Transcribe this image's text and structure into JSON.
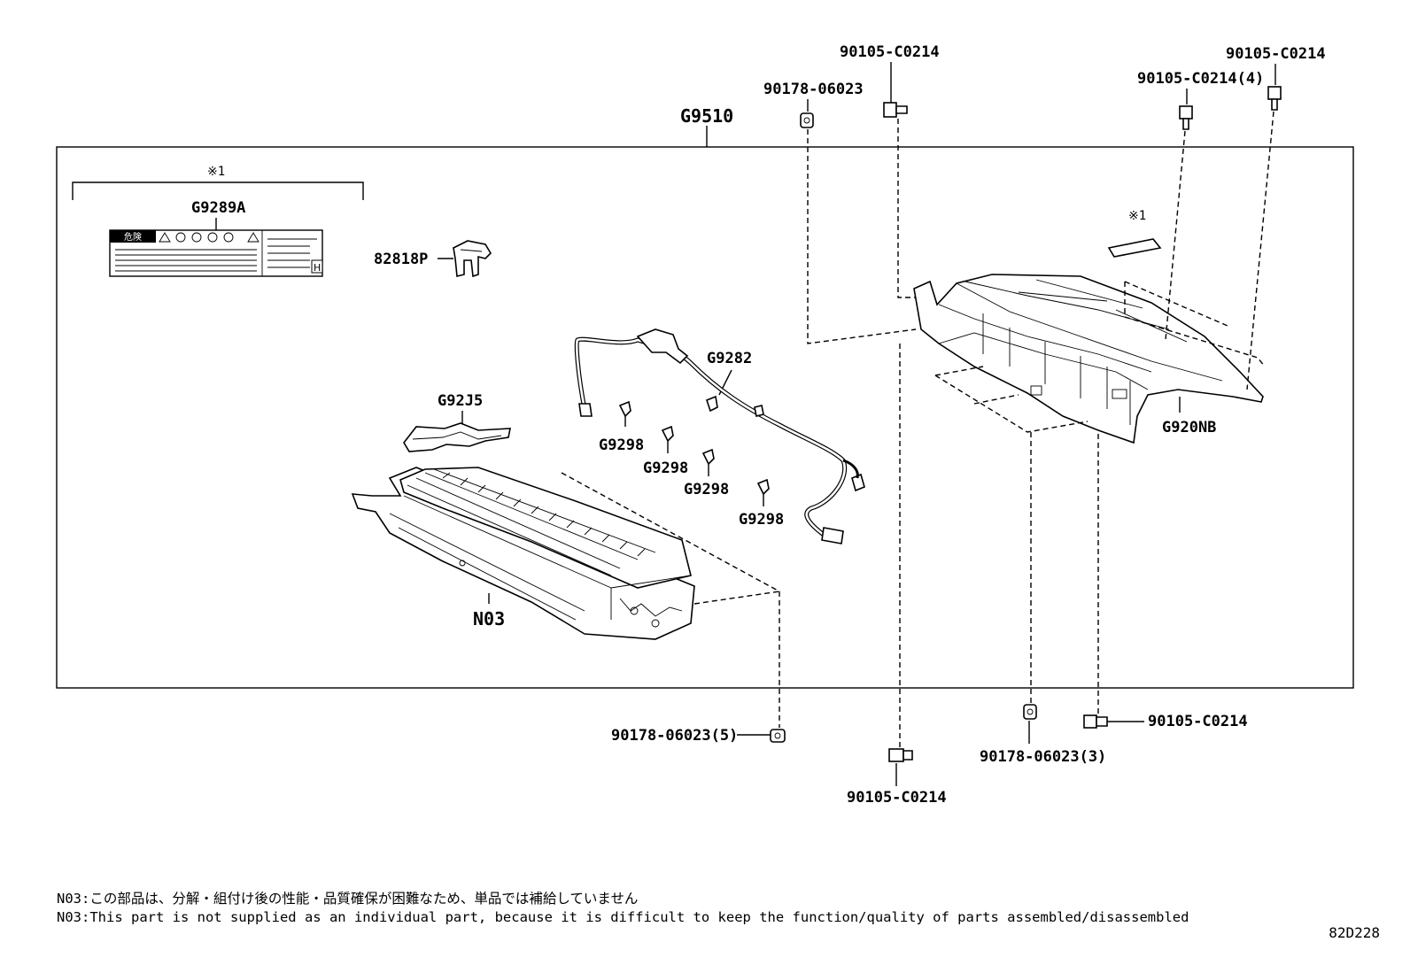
{
  "labels": {
    "assembly": "G9510",
    "label_group": "G9289A",
    "note_mark_top": "※1",
    "note_mark_cover": "※1",
    "clamp": "82818P",
    "harness": "G9282",
    "plate": "G92J5",
    "clip1": "G9298",
    "clip2": "G9298",
    "clip3": "G9298",
    "clip4": "G9298",
    "battery": "N03",
    "cover": "G920NB",
    "nut_top": "90178-06023",
    "bolt_top_mid": "90105-C0214",
    "bolt_top_right1": "90105-C0214(4)",
    "bolt_top_right2": "90105-C0214",
    "nut_bottom_left": "90178-06023(5)",
    "bolt_bottom_mid": "90105-C0214",
    "nut_bottom_right": "90178-06023(3)",
    "bolt_bottom_right": "90105-C0214"
  },
  "notes": {
    "jp": "N03:この部品は、分解・組付け後の性能・品質確保が困難なため、単品では補給していません",
    "en": "N03:This part is not supplied as an individual part, because it is difficult to keep the function/quality of parts assembled/disassembled"
  },
  "diagram_code": "82D228",
  "label_sticker": {
    "warning_text": "危険",
    "letter": "H"
  }
}
